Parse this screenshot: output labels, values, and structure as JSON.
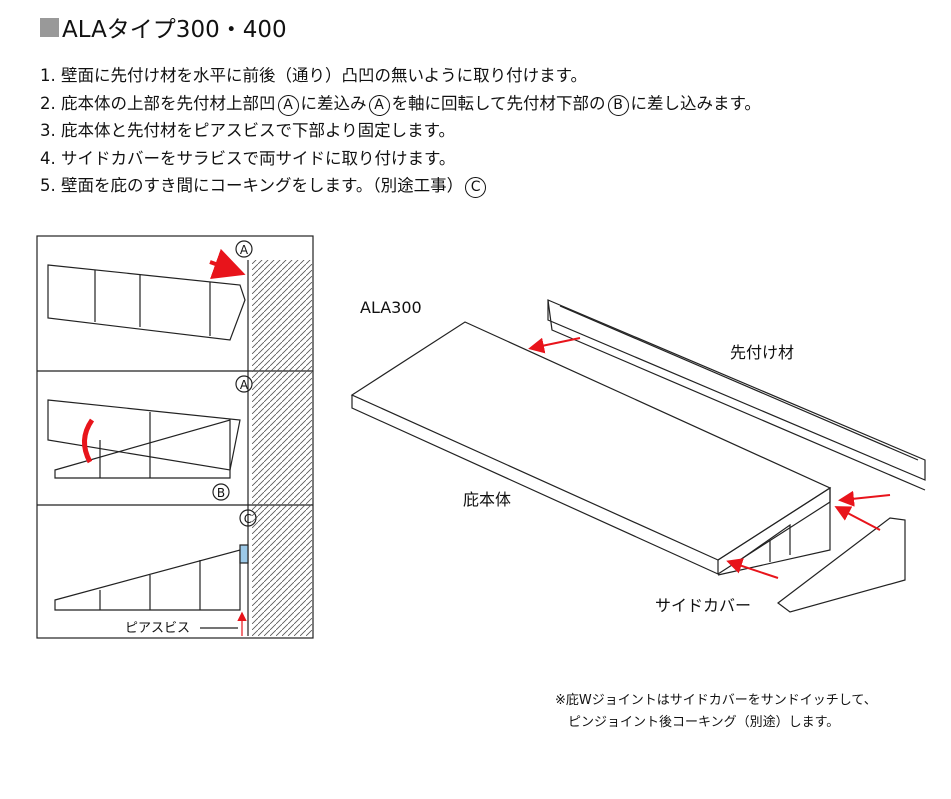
{
  "title": "ALAタイプ300・400",
  "steps": [
    {
      "num": "1.",
      "text": "壁面に先付け材を水平に前後（通り）凸凹の無いように取り付けます。"
    },
    {
      "num": "2.",
      "text_a": "庇本体の上部を先付材上部凹",
      "mark1": "A",
      "text_b": "に差込み",
      "mark2": "A",
      "text_c": "を軸に回転して先付材下部の",
      "mark3": "B",
      "text_d": "に差し込みます。"
    },
    {
      "num": "3.",
      "text": "庇本体と先付材をピアスビスで下部より固定します。"
    },
    {
      "num": "4.",
      "text": "サイドカバーをサラビスで両サイドに取り付けます。"
    },
    {
      "num": "5.",
      "text": "壁面を庇のすき間にコーキングをします。（別途工事）",
      "mark": "C"
    }
  ],
  "diagram": {
    "panel1_mark": "A",
    "panel2_mark_top": "A",
    "panel2_mark_bottom": "B",
    "panel3_mark": "C",
    "screw_label": "ピアスビス",
    "model_label": "ALA300",
    "flashing_label": "先付け材",
    "body_label": "庇本体",
    "side_cover_label": "サイドカバー",
    "arrow_color": "#e8141b"
  },
  "note": [
    "※庇Wジョイントはサイドカバーをサンドイッチして、",
    "ピンジョイント後コーキング（別途）します。"
  ]
}
